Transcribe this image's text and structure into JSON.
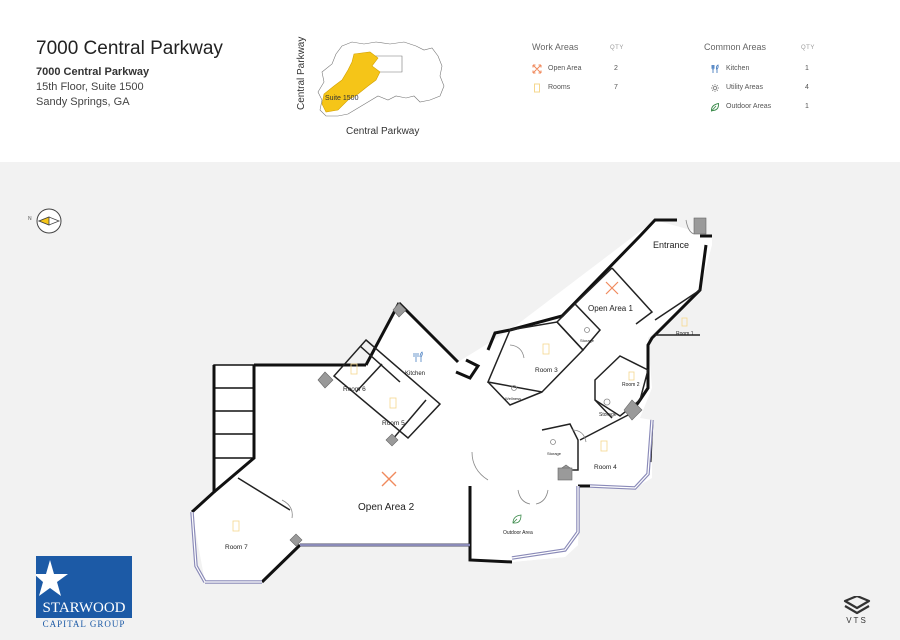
{
  "header": {
    "title": "7000 Central Parkway",
    "address_line1": "7000 Central Parkway",
    "address_line2": "15th Floor, Suite 1500",
    "address_line3": "Sandy Springs, GA"
  },
  "key_plan": {
    "street_vertical": "Central Parkway",
    "street_horizontal": "Central Parkway",
    "suite_label": "Suite 1500",
    "highlight_color": "#f5c518"
  },
  "legend": {
    "work_areas": {
      "heading": "Work Areas",
      "qty_heading": "QTY",
      "items": [
        {
          "label": "Open Area",
          "qty": "2",
          "icon": "open-area-icon",
          "color": "#f08a5d"
        },
        {
          "label": "Rooms",
          "qty": "7",
          "icon": "room-icon",
          "color": "#f5d78e"
        }
      ]
    },
    "common_areas": {
      "heading": "Common Areas",
      "qty_heading": "QTY",
      "items": [
        {
          "label": "Kitchen",
          "qty": "1",
          "icon": "kitchen-icon",
          "color": "#4a7fc1"
        },
        {
          "label": "Utility Areas",
          "qty": "4",
          "icon": "utility-icon",
          "color": "#888888"
        },
        {
          "label": "Outdoor Areas",
          "qty": "1",
          "icon": "outdoor-icon",
          "color": "#3a8a4a"
        }
      ]
    }
  },
  "floorplan": {
    "labels": {
      "entrance": "Entrance",
      "open_area_1": "Open Area 1",
      "open_area_2": "Open Area 2",
      "room_1": "Room 1",
      "room_2": "Room 2",
      "room_3": "Room 3",
      "room_4": "Room 4",
      "room_5": "Room 5",
      "room_6": "Room 6",
      "room_7": "Room 7",
      "kitchen": "Kitchen",
      "storage_a": "Storage",
      "storage_b": "Storage",
      "storage_c": "Storage",
      "wellness": "Wellness",
      "outdoor_area": "Outdoor Area"
    },
    "compass_label": "N"
  },
  "branding": {
    "starwood_main": "STARWOOD",
    "starwood_sub": "CAPITAL GROUP",
    "starwood_color": "#1c5aa6",
    "vts": "VTS"
  }
}
